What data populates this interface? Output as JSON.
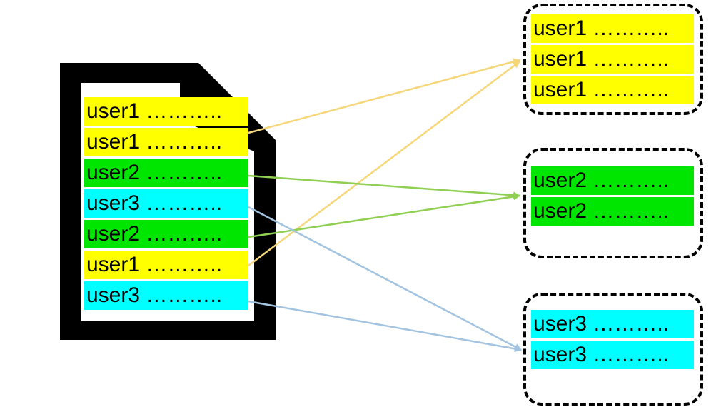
{
  "colors": {
    "user1": "#ffff00",
    "user2": "#00e600",
    "user3": "#00ffff",
    "arrow_user1": "#f5d77a",
    "arrow_user2": "#8fcf52",
    "arrow_user3": "#a3c4e0"
  },
  "source_file": {
    "icon": "document-icon",
    "rows": [
      {
        "user": "user1",
        "label": "user1 ……….."
      },
      {
        "user": "user1",
        "label": "user1 ……….."
      },
      {
        "user": "user2",
        "label": "user2 ……….."
      },
      {
        "user": "user3",
        "label": "user3 ……….."
      },
      {
        "user": "user2",
        "label": "user2 ……….."
      },
      {
        "user": "user1",
        "label": "user1 ……….."
      },
      {
        "user": "user3",
        "label": "user3 ……….."
      }
    ]
  },
  "groups": [
    {
      "user": "user1",
      "rows": [
        "user1 ………..",
        "user1 ………..",
        "user1 ……….."
      ]
    },
    {
      "user": "user2",
      "rows": [
        "user2 ………..",
        "user2 ……….."
      ]
    },
    {
      "user": "user3",
      "rows": [
        "user3 ………..",
        "user3 ……….."
      ]
    }
  ]
}
